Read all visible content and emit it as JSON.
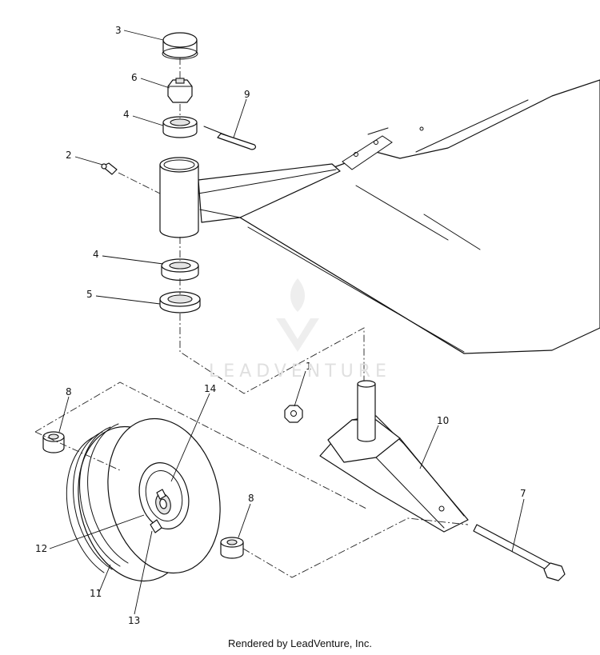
{
  "diagram": {
    "callouts": [
      {
        "id": "c3",
        "label": "3"
      },
      {
        "id": "c6",
        "label": "6"
      },
      {
        "id": "c4a",
        "label": "4"
      },
      {
        "id": "c9",
        "label": "9"
      },
      {
        "id": "c2",
        "label": "2"
      },
      {
        "id": "c4b",
        "label": "4"
      },
      {
        "id": "c5",
        "label": "5"
      },
      {
        "id": "c1",
        "label": "1"
      },
      {
        "id": "c8a",
        "label": "8"
      },
      {
        "id": "c14",
        "label": "14"
      },
      {
        "id": "c10",
        "label": "10"
      },
      {
        "id": "c8b",
        "label": "8"
      },
      {
        "id": "c7",
        "label": "7"
      },
      {
        "id": "c12",
        "label": "12"
      },
      {
        "id": "c11",
        "label": "11"
      },
      {
        "id": "c13",
        "label": "13"
      }
    ]
  },
  "watermark": {
    "text": "LEADVENTURE"
  },
  "footer": {
    "text": "Rendered by LeadVenture, Inc."
  }
}
